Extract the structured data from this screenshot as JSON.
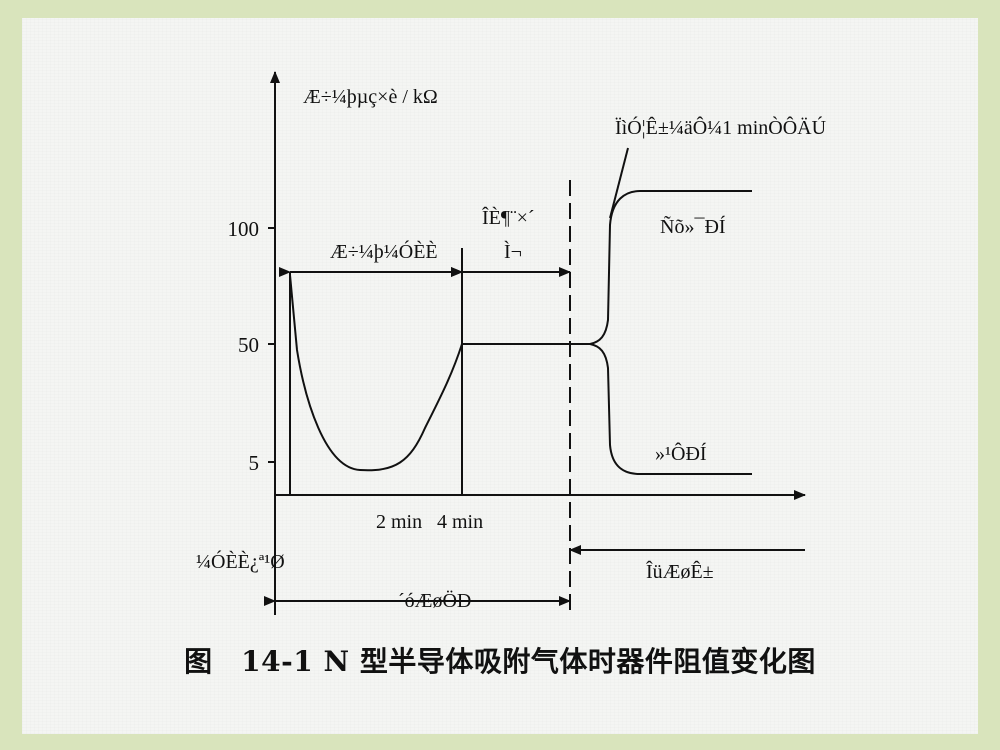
{
  "diagram": {
    "y_axis_label": "Æ÷¼þµç×è / kΩ",
    "y_ticks": [
      "100",
      "50",
      "5"
    ],
    "x_ticks": [
      "2 min",
      "4 min"
    ],
    "label_heating": "Æ÷¼þ¼ÓÈÈ",
    "label_stable_1": "ÎÈ¶¨×´",
    "label_stable_2": "Ì¬",
    "label_response": "ÏìÓ¦Ê±¼äÔ¼1 minÒÔÄÚ",
    "label_oxidizing": "Ñõ»¯ÐÍ",
    "label_reducing": "»¹ÔÐÍ",
    "label_heater_on": "¼ÓÈÈ¿ª¹Ø",
    "label_in_air": "´óÆøÖÐ",
    "label_in_gas": "ÎüÆøÊ±"
  },
  "caption": "图　14-1 N 型半导体吸附气体时器件阻值变化图"
}
